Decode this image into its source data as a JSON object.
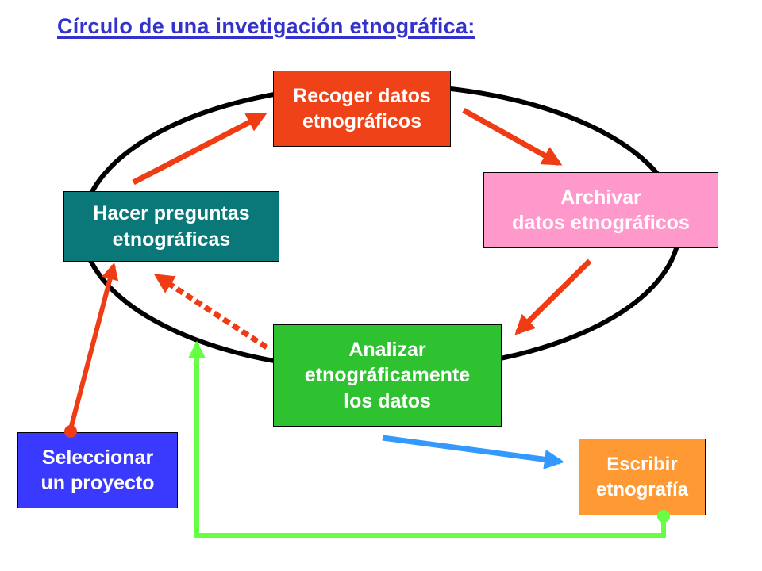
{
  "title": "Círculo de una invetigación etnográfica:",
  "colors": {
    "title": "#3333cc",
    "ellipse": "#000000",
    "cycle_arrow": "#f03c14",
    "output_arrow": "#3399ff",
    "feedback_line": "#66ff44"
  },
  "nodes": {
    "collect": {
      "lines": [
        "Recoger datos",
        "etnográficos"
      ],
      "fill": "#f04218"
    },
    "archive": {
      "lines": [
        "Archivar",
        "datos etnográficos"
      ],
      "fill": "#ff99cc"
    },
    "questions": {
      "lines": [
        "Hacer preguntas",
        "etnográficas"
      ],
      "fill": "#0a7878"
    },
    "analyze": {
      "lines": [
        "Analizar",
        "etnográficamente",
        "los datos"
      ],
      "fill": "#2ec230"
    },
    "select": {
      "lines": [
        "Seleccionar",
        "un proyecto"
      ],
      "fill": "#3a3aff"
    },
    "write": {
      "lines": [
        "Escribir",
        "etnografía"
      ],
      "fill": "#ff9933"
    }
  },
  "connections": [
    {
      "from": "questions",
      "to": "collect",
      "style": "solid"
    },
    {
      "from": "collect",
      "to": "archive",
      "style": "solid"
    },
    {
      "from": "archive",
      "to": "analyze",
      "style": "solid"
    },
    {
      "from": "analyze",
      "to": "questions",
      "style": "dotted"
    },
    {
      "from": "select",
      "to": "questions",
      "style": "solid"
    },
    {
      "from": "analyze",
      "to": "write",
      "style": "solid"
    },
    {
      "from": "write",
      "to": "cycle",
      "style": "solid"
    }
  ]
}
